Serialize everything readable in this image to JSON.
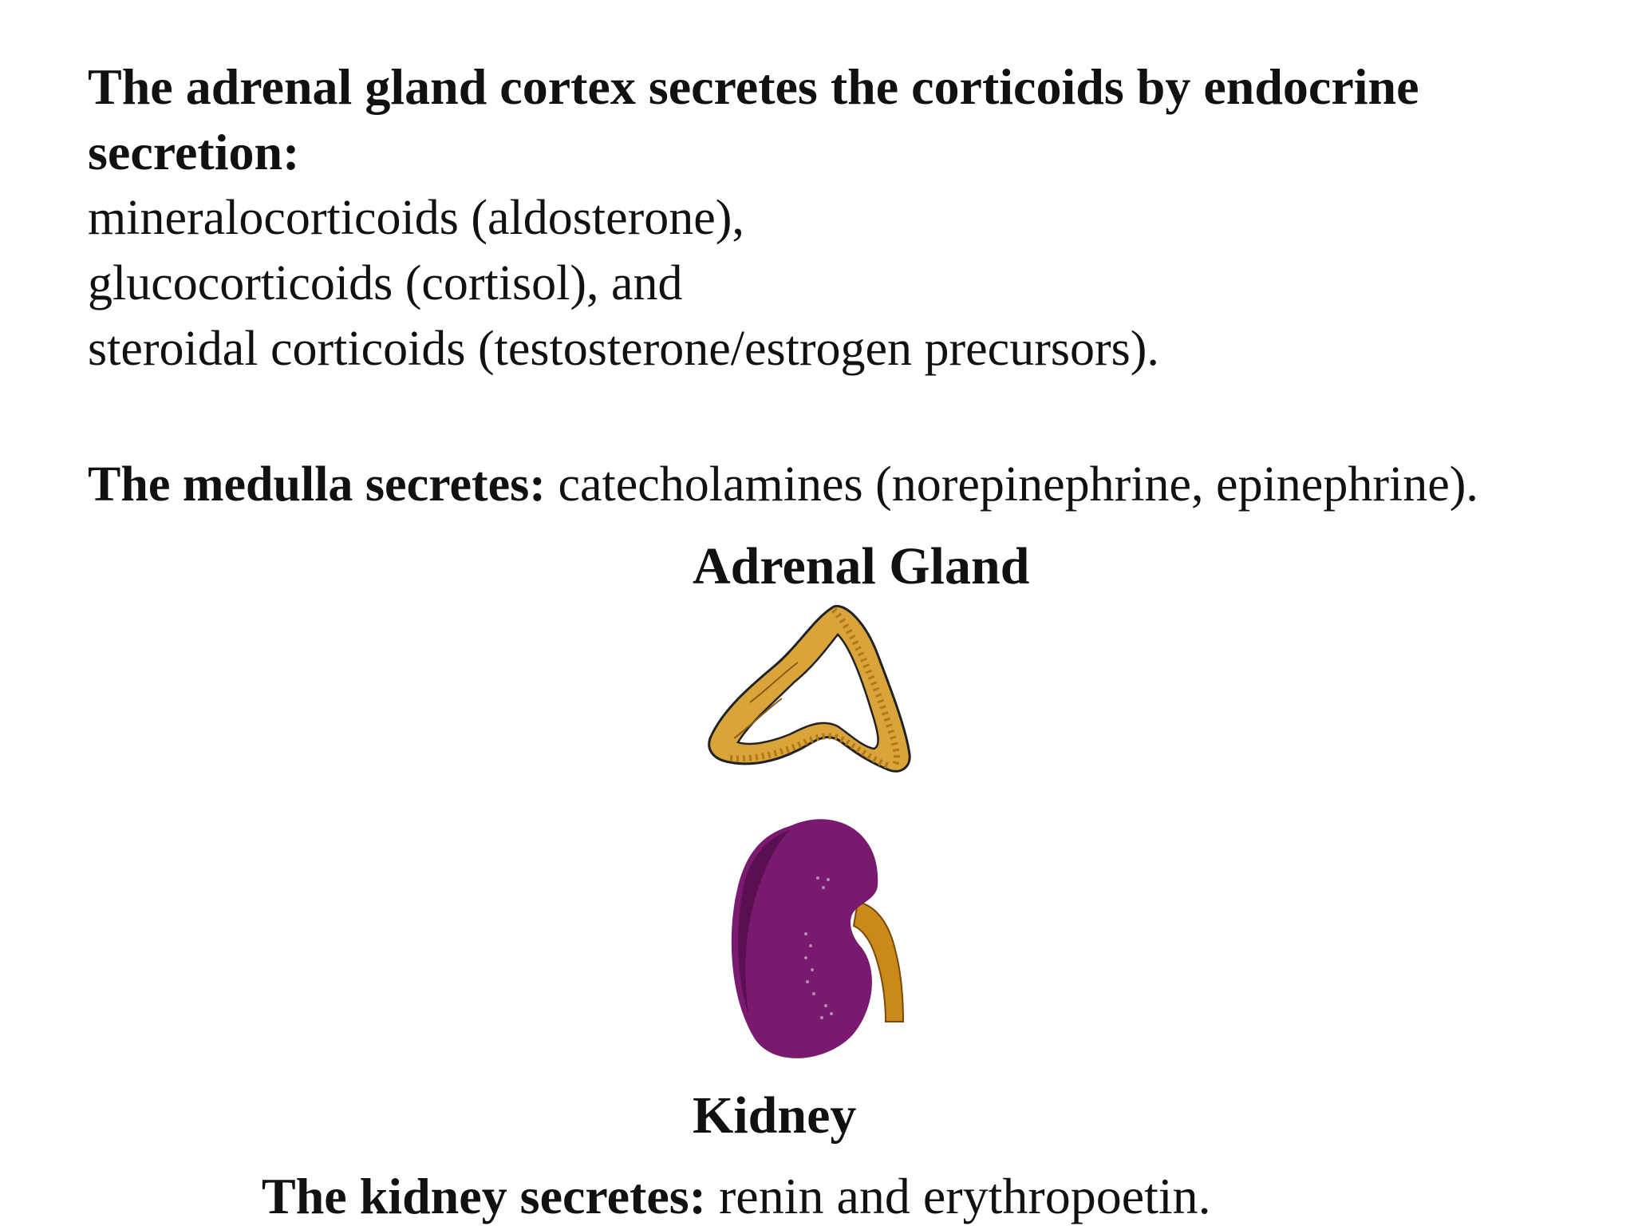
{
  "cortex": {
    "heading_line1": "The adrenal gland cortex secretes the corticoids by endocrine",
    "heading_line2": "secretion:",
    "items": [
      "mineralocorticoids (aldosterone),",
      "glucocorticoids (cortisol), and",
      "steroidal corticoids (testosterone/estrogen precursors)."
    ]
  },
  "medulla": {
    "label": "The medulla secretes:",
    "text": " catecholamines (norepinephrine, epinephrine)."
  },
  "diagram": {
    "adrenal_label": "Adrenal Gland",
    "kidney_label": "Kidney",
    "colors": {
      "adrenal_fill": "#d9a53a",
      "adrenal_stripe": "#b07a1a",
      "kidney_fill": "#7a1a6e",
      "kidney_dark": "#5a0f52",
      "ureter": "#c98a1a"
    }
  },
  "kidney_note": {
    "label": "The kidney secretes:",
    "text": " renin and erythropoetin."
  }
}
